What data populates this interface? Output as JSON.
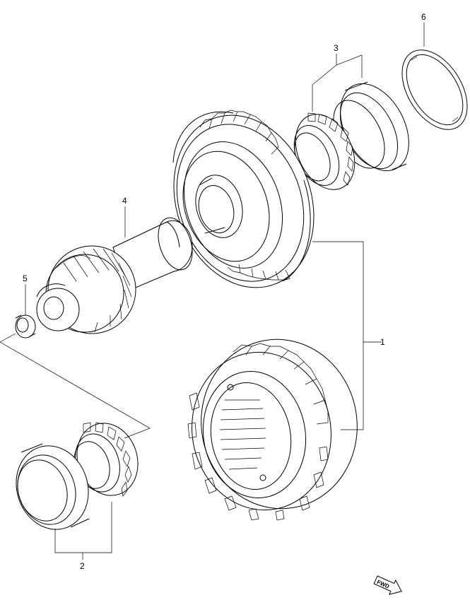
{
  "callouts": {
    "c1": "1",
    "c2": "2",
    "c3": "3",
    "c4": "4",
    "c5": "5",
    "c6": "6"
  },
  "fwd_label": "FWD",
  "icons": [
    "fwd-arrow-icon"
  ],
  "colors": {
    "line": "#000000",
    "background": "#ffffff"
  }
}
